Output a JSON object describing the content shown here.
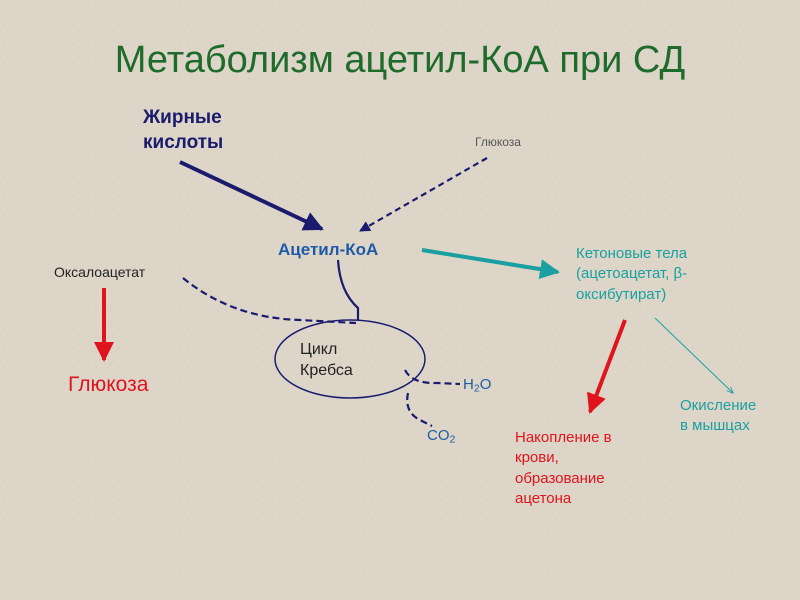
{
  "slide": {
    "title": "Метаболизм ацетил-КоА при СД",
    "nodes": {
      "fatty_acids_line1": "Жирные",
      "fatty_acids_line2": "кислоты",
      "glucose_source": "Глюкоза",
      "acetyl_coa": "Ацетил-КоА",
      "oxaloacetate": "Оксалоацетат",
      "glucose_product": "Глюкоза",
      "krebs_line1": "Цикл",
      "krebs_line2": "Кребса",
      "water_h": "H",
      "water_sub": "2",
      "water_o": "O",
      "co2_main": "CO",
      "co2_sub": "2",
      "ketone_line1": "Кетоновые тела",
      "ketone_line2": "(ацетоацетат, β-",
      "ketone_line3": "оксибутират)",
      "oxidation_line1": "Окисление",
      "oxidation_line2": "в мышцах",
      "accumulation_line1": "Накопление в",
      "accumulation_line2": "крови,",
      "accumulation_line3": "образование",
      "accumulation_line4": "ацетона"
    }
  },
  "colors": {
    "background": "#ddd6c8",
    "title": "#1e6b2c",
    "navy": "#1b1b6e",
    "blue": "#1e5aa8",
    "teal": "#1aa0a0",
    "red": "#e0141d"
  }
}
